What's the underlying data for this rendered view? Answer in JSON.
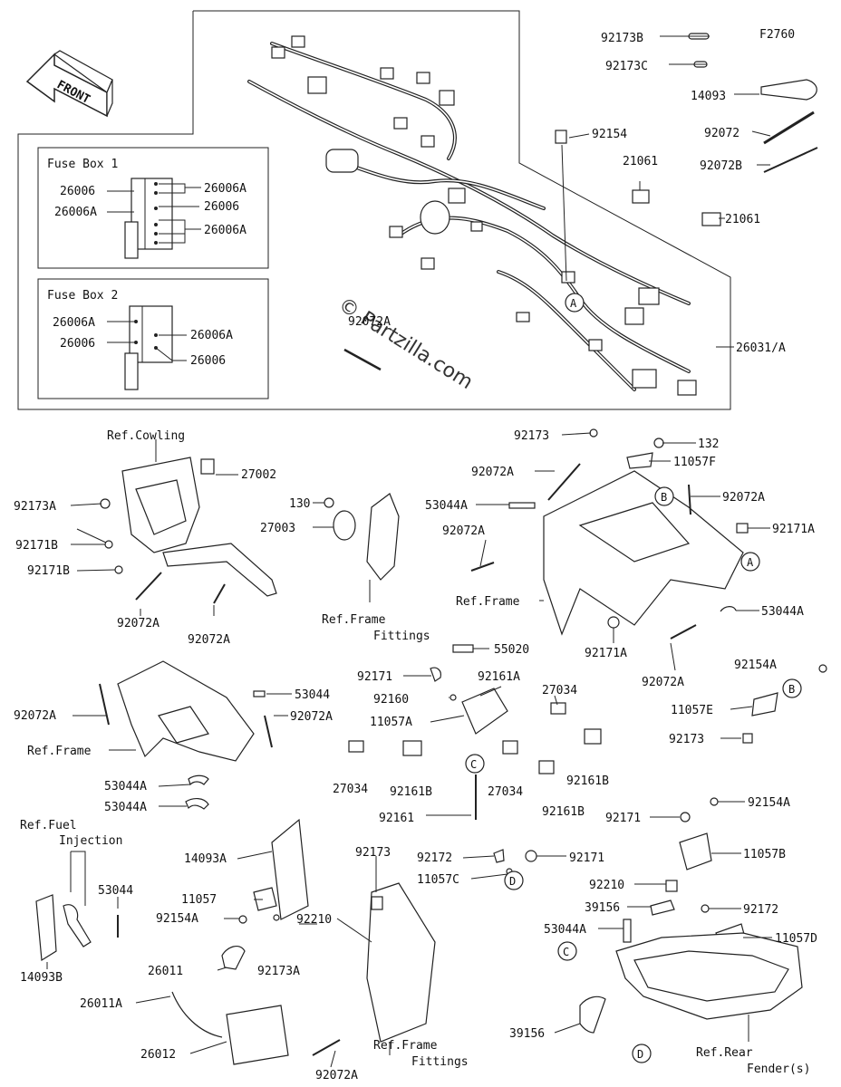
{
  "figure_code": "F2760",
  "front_label": "FRONT",
  "watermark": "© Partzilla.com",
  "fuse_box_1": {
    "title": "Fuse Box 1",
    "labels": [
      "26006",
      "26006A",
      "26006A",
      "26006",
      "26006A"
    ]
  },
  "fuse_box_2": {
    "title": "Fuse Box 2",
    "labels": [
      "26006A",
      "26006",
      "26006A",
      "26006"
    ]
  },
  "callouts": {
    "c92173B": "92173B",
    "c92173C": "92173C",
    "c14093": "14093",
    "c92072": "92072",
    "c92072B": "92072B",
    "c92154": "92154",
    "c21061a": "21061",
    "c21061b": "21061",
    "c26031A": "26031/A",
    "c92072Aw": "92072A",
    "refCowling": "Ref.Cowling",
    "c27002": "27002",
    "c92173A": "92173A",
    "c92171B1": "92171B",
    "c92171B2": "92171B",
    "c92072A1": "92072A",
    "c92072A2": "92072A",
    "c130": "130",
    "c27003": "27003",
    "refFrameF": "Ref.Frame",
    "refFittings1": "Fittings",
    "c92173r": "92173",
    "c132": "132",
    "c92072Ar1": "92072A",
    "c11057F": "11057F",
    "c92072Ar2": "92072A",
    "c53044Ar": "53044A",
    "c92072Ar3": "92072A",
    "c92171A1": "92171A",
    "refFrame1": "Ref.Frame",
    "c53044Ar2": "53044A",
    "c92171A2": "92171A",
    "c92072Ar4": "92072A",
    "c92072Al": "92072A",
    "c53044l": "53044",
    "c92072Al2": "92072A",
    "refFrame2": "Ref.Frame",
    "c53044Al1": "53044A",
    "c53044Al2": "53044A",
    "c55020": "55020",
    "c92171m": "92171",
    "c92161A": "92161A",
    "c92160": "92160",
    "c27034a": "27034",
    "c11057A": "11057A",
    "c27034b": "27034",
    "c92161B1": "92161B",
    "c27034c": "27034",
    "c92161B2": "92161B",
    "c92161B3": "92161B",
    "c92161": "92161",
    "c92154A1": "92154A",
    "c11057E": "11057E",
    "c92173e": "92173",
    "refFuel": "Ref.Fuel",
    "refInjection": "Injection",
    "c53044f": "53044",
    "c14093B": "14093B",
    "c14093A": "14093A",
    "c92173b2": "92173",
    "c11057": "11057",
    "c92154A2": "92154A",
    "c92210a": "92210",
    "c92173A2": "92173A",
    "c26011": "26011",
    "c26011A": "26011A",
    "c26012": "26012",
    "c92072Ab": "92072A",
    "refFrameF2": "Ref.Frame",
    "refFittings2": "Fittings",
    "c92172a": "92172",
    "c92171c": "92171",
    "c11057C": "11057C",
    "c92171d": "92171",
    "c92154A3": "92154A",
    "c11057B": "11057B",
    "c92210b": "92210",
    "c39156a": "39156",
    "c92172b": "92172",
    "c53044Ad": "53044A",
    "c11057D": "11057D",
    "c39156b": "39156",
    "refRear": "Ref.Rear",
    "refFender": "Fender(s)"
  },
  "circle_refs": [
    "A",
    "A",
    "B",
    "B",
    "C",
    "C",
    "D",
    "D"
  ]
}
